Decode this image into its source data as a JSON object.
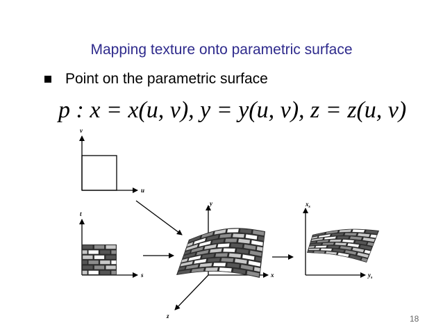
{
  "slide": {
    "title": "Mapping texture onto parametric surface",
    "bullet": "Point on the parametric surface",
    "formula": "p : x = x(u, v), y = y(u, v), z = z(u, v)",
    "page_number": "18"
  },
  "diagram": {
    "labels": {
      "v": "v",
      "u": "u",
      "t": "t",
      "s": "s",
      "y": "y",
      "x": "x",
      "z": "z",
      "xs": "x",
      "xs_sub": "s",
      "ys": "y",
      "ys_sub": "s"
    },
    "brick_colors": [
      "#ffffff",
      "#c8c8c8",
      "#8c8c8c",
      "#555555"
    ]
  }
}
